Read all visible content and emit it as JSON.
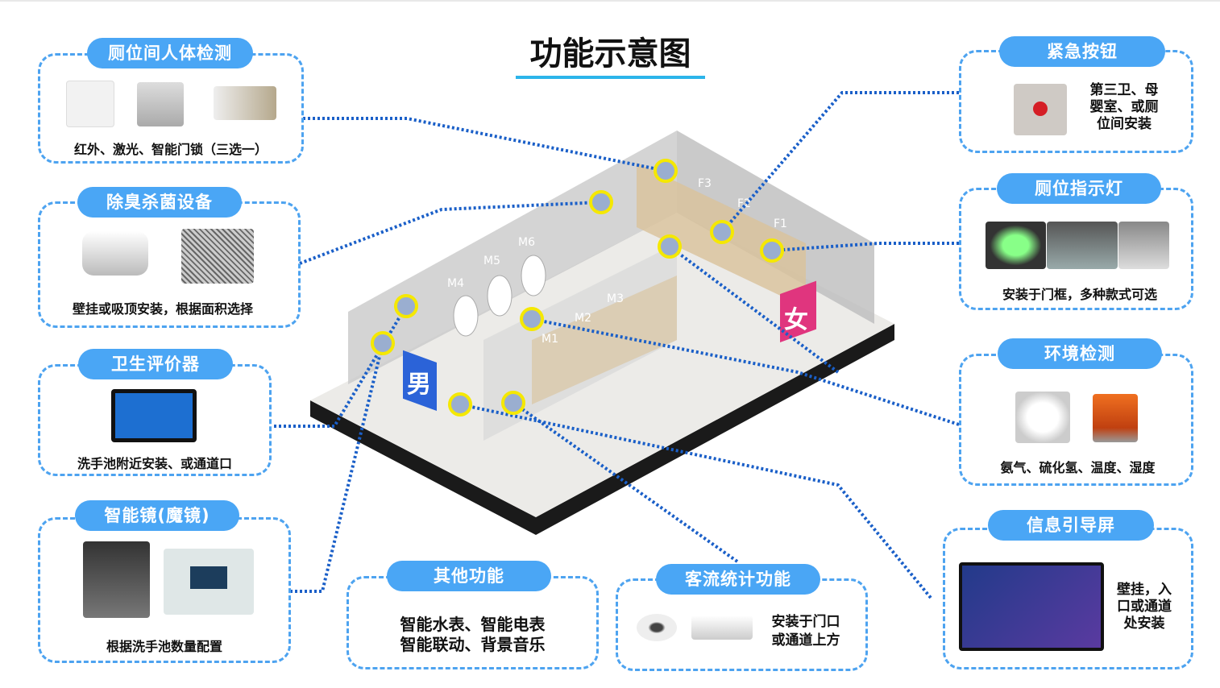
{
  "title": "功能示意图",
  "panels": {
    "toilet_detect": {
      "title": "厕位间人体检测",
      "caption": "红外、激光、智能门锁（三选一）"
    },
    "deodorize": {
      "title": "除臭杀菌设备",
      "caption": "壁挂或吸顶安装，根据面积选择"
    },
    "evaluator": {
      "title": "卫生评价器",
      "caption": "洗手池附近安装、或通道口"
    },
    "mirror": {
      "title": "智能镜(魔镜)",
      "caption": "根据洗手池数量配置"
    },
    "other": {
      "title": "其他功能",
      "line1": "智能水表、智能电表",
      "line2": "智能联动、背景音乐"
    },
    "flow": {
      "title": "客流统计功能",
      "line1": "安装于门口",
      "line2": "或通道上方"
    },
    "emergency": {
      "title": "紧急按钮",
      "line1": "第三卫、母",
      "line2": "婴室、或厕",
      "line3": "位间安装"
    },
    "indicator": {
      "title": "厕位指示灯",
      "caption": "安装于门框，多种款式可选"
    },
    "environment": {
      "title": "环境检测",
      "caption": "氨气、硫化氢、温度、湿度"
    },
    "guide": {
      "title": "信息引导屏",
      "line1": "壁挂，入",
      "line2": "口或通道",
      "line3": "处安装"
    }
  },
  "scene": {
    "stalls": [
      "M1",
      "M2",
      "M3",
      "M4",
      "M5",
      "M6",
      "F1",
      "F2",
      "F3"
    ],
    "male_sign": "男",
    "female_sign": "女"
  },
  "colors": {
    "accent": "#4aa6f5",
    "connector": "#1a5fc8",
    "marker": "#f5e800"
  }
}
